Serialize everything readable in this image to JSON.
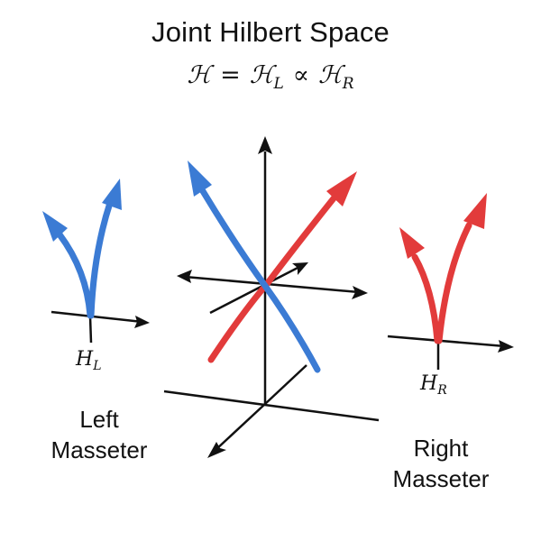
{
  "title": "Joint Hilbert Space",
  "formula": {
    "lhs": "ℋ",
    "equals": "=",
    "left_symbol": "ℋ",
    "left_subscript": "L",
    "operator": "∝",
    "right_symbol": "ℋ",
    "right_subscript": "R"
  },
  "left": {
    "space_symbol": "H",
    "space_subscript": "L",
    "label_line1": "Left",
    "label_line2": "Masseter"
  },
  "right": {
    "space_symbol": "H",
    "space_subscript": "R",
    "label_line1": "Right",
    "label_line2": "Masseter"
  },
  "colors": {
    "left_vectors": "#3b7bd4",
    "right_vectors": "#e23b3b",
    "axes": "#111111"
  }
}
